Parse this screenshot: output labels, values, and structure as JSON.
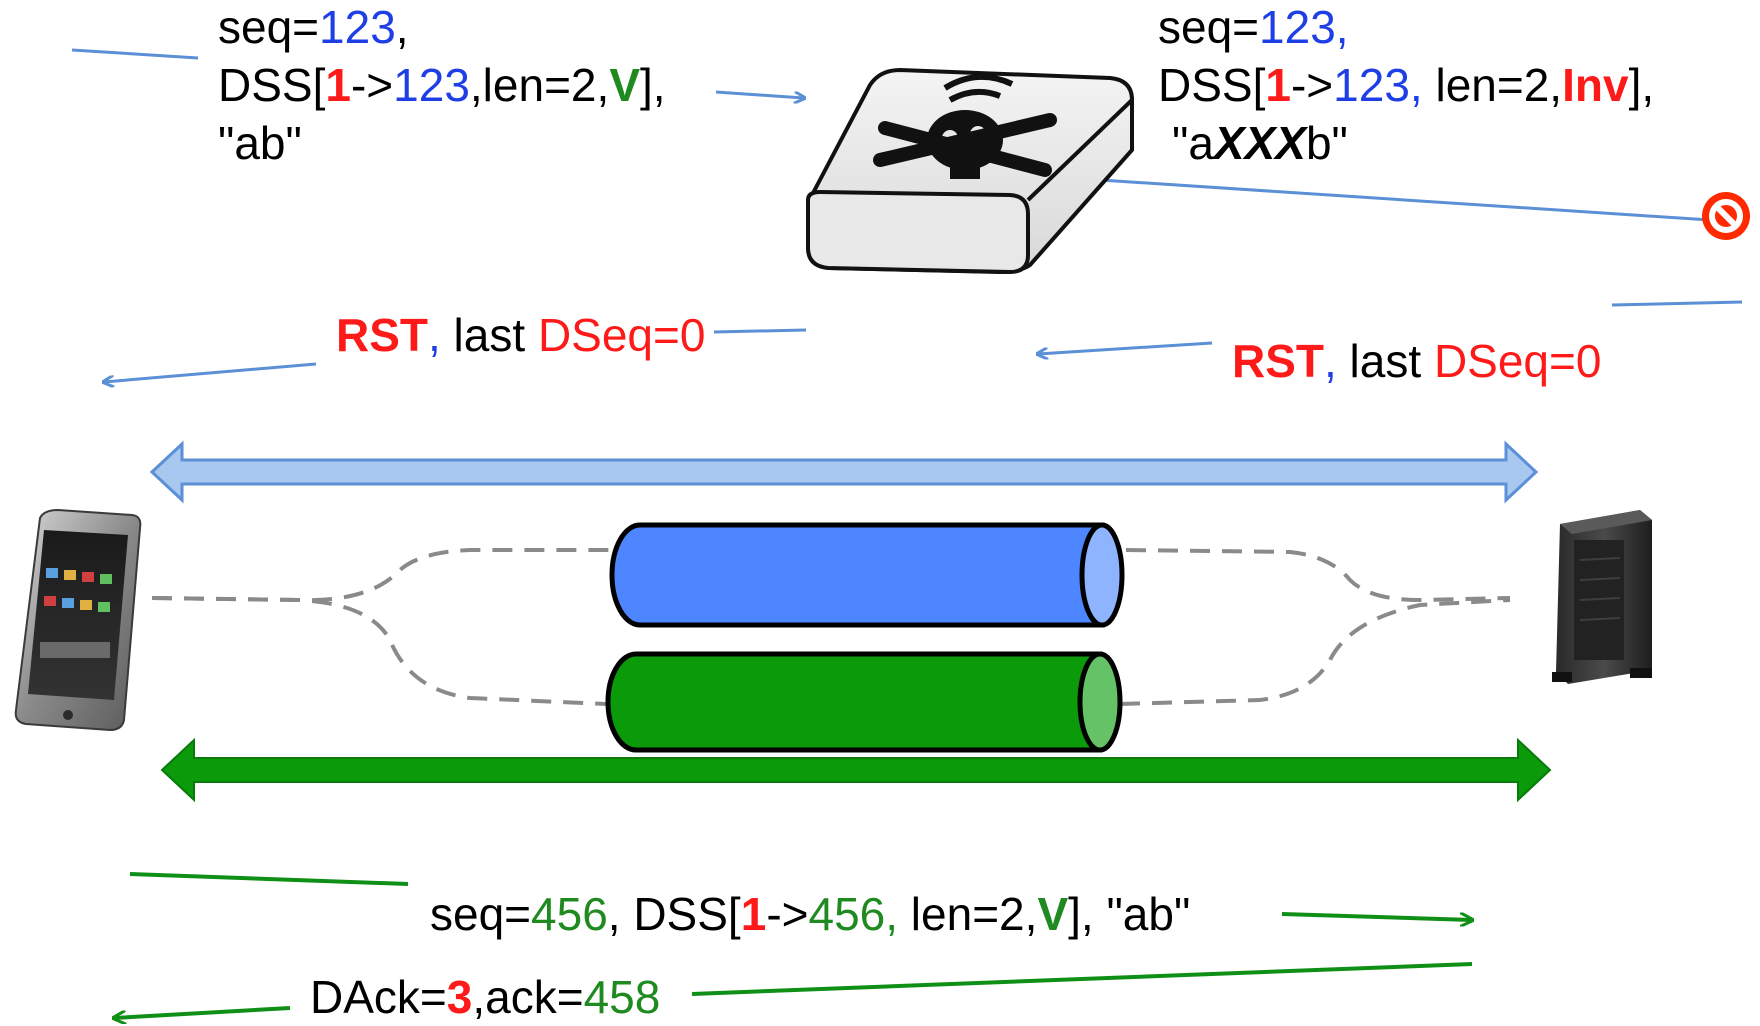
{
  "colors": {
    "blue_subflow": "#4d86ff",
    "green_subflow": "#0a9a0a",
    "blue_arrow": "#5b8fd6",
    "green_arrow": "#0f8f16",
    "red_text": "#ff1a1a",
    "blue_text": "#1f3fe6",
    "green_text": "#1f8a1f"
  },
  "top_left_packet": {
    "seq_prefix": "seq=",
    "seq_val": "123",
    "seq_suffix": ",",
    "dss_prefix": "DSS[",
    "dss_one": "1",
    "dss_arrow": "->",
    "dss_seq": "123",
    "dss_mid": ",len=2,",
    "dss_flag": "V",
    "dss_suffix": "],",
    "payload": "\"ab\""
  },
  "top_right_packet": {
    "seq_prefix": "seq=",
    "seq_val": "123,",
    "dss_prefix": "DSS[",
    "dss_one": "1",
    "dss_arrow": "->",
    "dss_seq": "123,",
    "dss_mid": " len=2,",
    "dss_flag": "Inv",
    "dss_suffix": "],",
    "payload_open": "\"a",
    "payload_bad": "XXX",
    "payload_close": "b\""
  },
  "rst_left": {
    "rst": "RST",
    "comma": ",",
    "last": " last ",
    "dseq": "DSeq=0"
  },
  "rst_right": {
    "rst": "RST",
    "comma": ",",
    "last": " last ",
    "dseq": "DSeq=0"
  },
  "bottom_packet": {
    "seq_prefix": "seq=",
    "seq_val": "456",
    "sep": ", DSS[",
    "dss_one": "1",
    "dss_arrow": "->",
    "dss_seq": "456,",
    "dss_mid": " len=2,",
    "dss_flag": "V",
    "dss_suffix": "], \"ab\""
  },
  "bottom_ack": {
    "dack_prefix": "DAck=",
    "dack_val": "3",
    "ack_prefix": ",ack=",
    "ack_val": "458"
  },
  "icons": {
    "middlebox": "middlebox-skull-icon",
    "phone": "smartphone-icon",
    "server": "server-tower-icon",
    "blocked": "no-entry-icon"
  }
}
